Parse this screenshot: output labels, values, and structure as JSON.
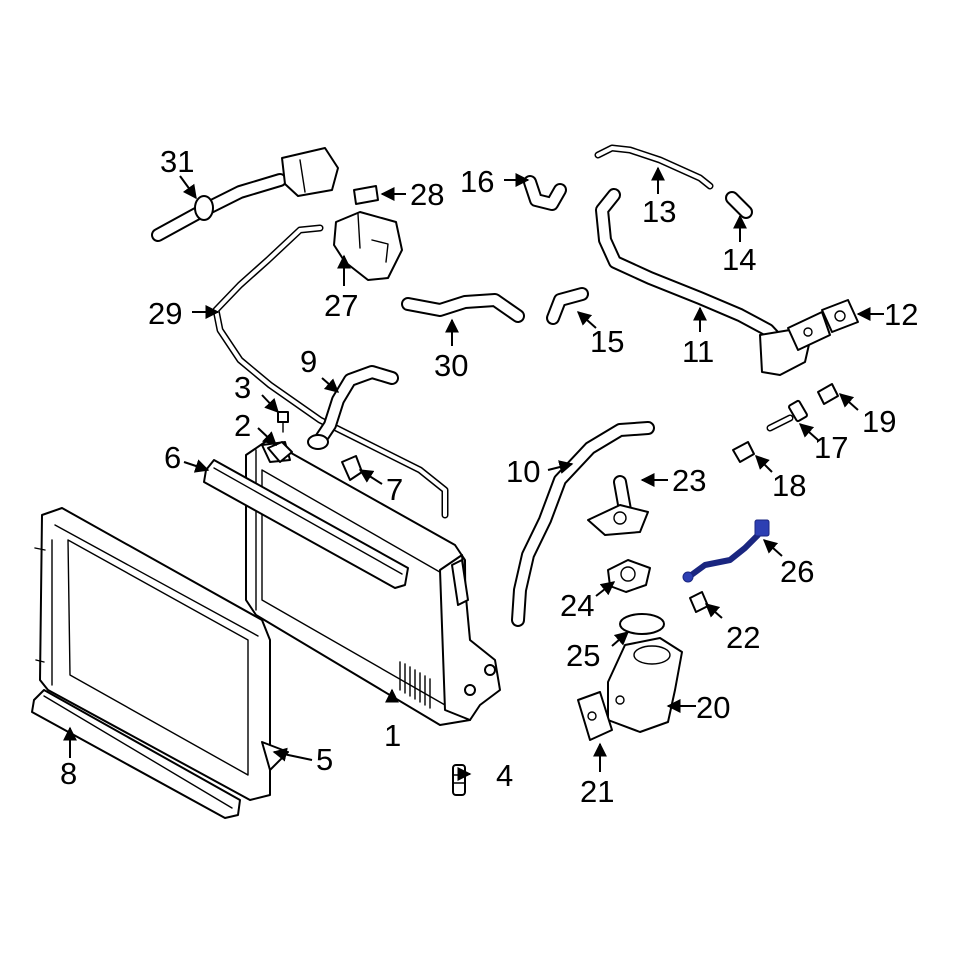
{
  "callouts": {
    "c1": "1",
    "c2": "2",
    "c3": "3",
    "c4": "4",
    "c5": "5",
    "c6": "6",
    "c7": "7",
    "c8": "8",
    "c9": "9",
    "c10": "10",
    "c11": "11",
    "c12": "12",
    "c13": "13",
    "c14": "14",
    "c15": "15",
    "c16": "16",
    "c17": "17",
    "c18": "18",
    "c19": "19",
    "c20": "20",
    "c21": "21",
    "c22": "22",
    "c23": "23",
    "c24": "24",
    "c25": "25",
    "c26": "26",
    "c27": "27",
    "c28": "28",
    "c29": "29",
    "c30": "30",
    "c31": "31"
  },
  "colors": {
    "line": "#000000",
    "background": "#ffffff",
    "highlight": "#2d3fb3"
  }
}
